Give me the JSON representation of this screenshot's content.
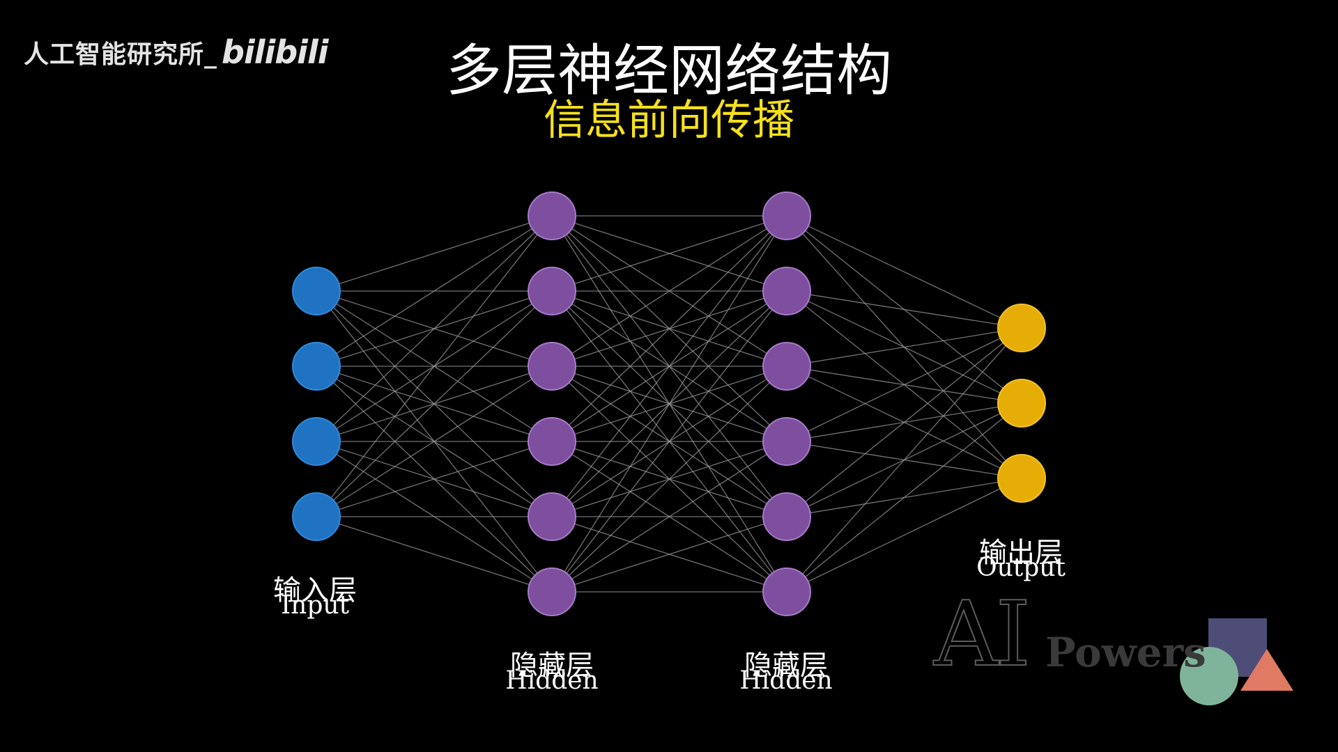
{
  "watermark": {
    "channel": "人工智能研究所_",
    "brand": "bilibili"
  },
  "title": "多层神经网络结构",
  "subtitle": "信息前向传播",
  "layers": [
    {
      "label_zh": "输入层",
      "label_en": "Input",
      "nodes": 4,
      "color": "#1f73c2",
      "stroke": "#2e8ad8"
    },
    {
      "label_zh": "隐藏层",
      "label_en": "Hidden",
      "nodes": 6,
      "color": "#7e4f9f",
      "stroke": "#a77ac7"
    },
    {
      "label_zh": "隐藏层",
      "label_en": "Hidden",
      "nodes": 6,
      "color": "#7e4f9f",
      "stroke": "#a77ac7"
    },
    {
      "label_zh": "输出层",
      "label_en": "Output",
      "nodes": 3,
      "color": "#e6ad06",
      "stroke": "#f2c12e"
    }
  ],
  "edge_color": "#9a9a9a",
  "logo": {
    "ai": "AI",
    "powers": "Powers",
    "colors": {
      "square": "#4e4d78",
      "circle": "#7fb49a",
      "triangle": "#e07a62"
    }
  }
}
